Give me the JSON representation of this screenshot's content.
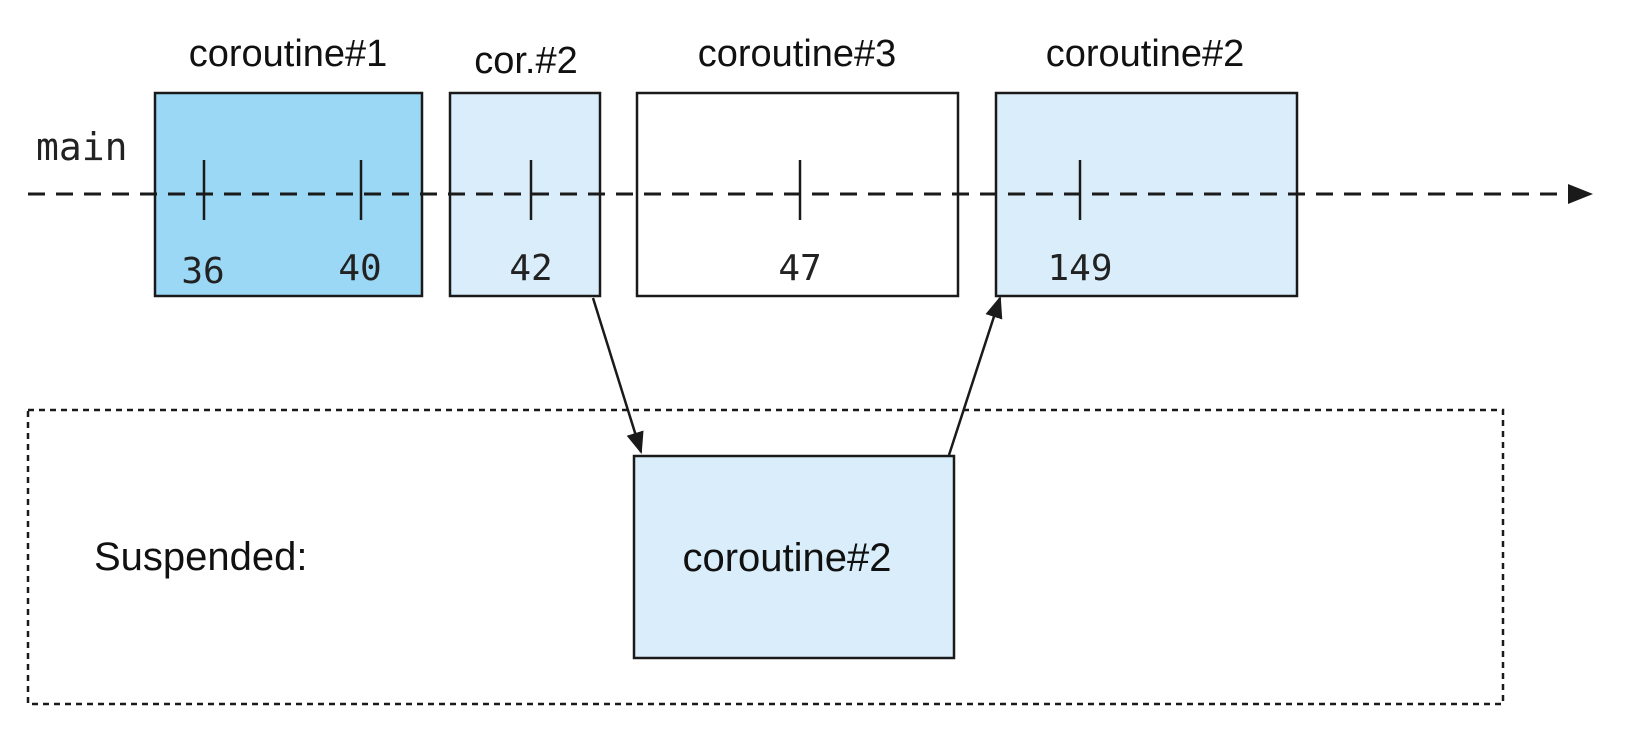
{
  "timeline": {
    "label": "main"
  },
  "colors": {
    "active": "#9ad8f6",
    "resumed": "#d9eefa",
    "idle": "#ffffff",
    "stroke": "#1a1a1a"
  },
  "boxes": [
    {
      "title": "coroutine#1",
      "ticks": [
        "36",
        "40"
      ],
      "fill": "active"
    },
    {
      "title": "cor.#2",
      "ticks": [
        "42"
      ],
      "fill": "resumed"
    },
    {
      "title": "coroutine#3",
      "ticks": [
        "47"
      ],
      "fill": "idle"
    },
    {
      "title": "coroutine#2",
      "ticks": [
        "149"
      ],
      "fill": "resumed"
    }
  ],
  "suspended": {
    "label": "Suspended:",
    "item": "coroutine#2"
  }
}
